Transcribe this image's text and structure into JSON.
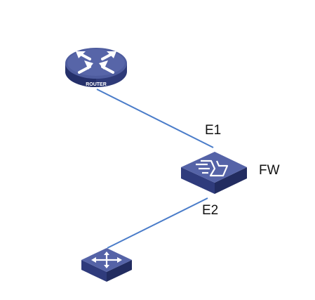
{
  "diagram": {
    "router": {
      "label": "ROUTER",
      "icon": "router-icon"
    },
    "firewall": {
      "label": "FW",
      "icon": "firewall-icon"
    },
    "switch": {
      "icon": "switch-icon"
    },
    "links": [
      {
        "from": "router",
        "to": "firewall",
        "port_label": "E1"
      },
      {
        "from": "firewall",
        "to": "switch",
        "port_label": "E2"
      }
    ]
  },
  "colors": {
    "link": "#4a7cc9",
    "device_top": "#4d5b9c",
    "device_side_dark": "#2a3466",
    "device_side_light": "#3a4688",
    "symbol": "#ffffff"
  }
}
